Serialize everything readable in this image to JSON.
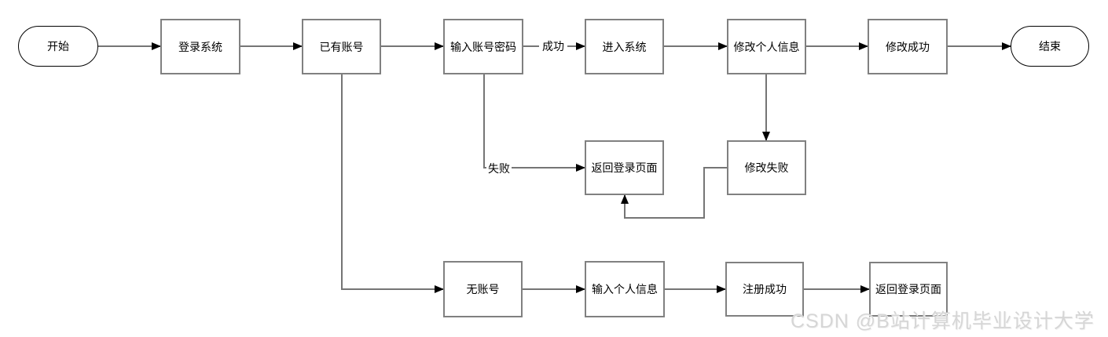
{
  "nodes": {
    "start": {
      "label": "开始",
      "type": "terminal"
    },
    "login_system": {
      "label": "登录系统",
      "type": "process"
    },
    "has_account": {
      "label": "已有账号",
      "type": "process"
    },
    "enter_credentials": {
      "label": "输入账号密码",
      "type": "process"
    },
    "enter_system": {
      "label": "进入系统",
      "type": "process"
    },
    "edit_profile": {
      "label": "修改个人信息",
      "type": "process"
    },
    "edit_success": {
      "label": "修改成功",
      "type": "process"
    },
    "end": {
      "label": "结束",
      "type": "terminal"
    },
    "return_login_top": {
      "label": "返回登录页面",
      "type": "process"
    },
    "edit_fail": {
      "label": "修改失败",
      "type": "process"
    },
    "no_account": {
      "label": "无账号",
      "type": "process"
    },
    "enter_personal_info": {
      "label": "输入个人信息",
      "type": "process"
    },
    "register_success": {
      "label": "注册成功",
      "type": "process"
    },
    "return_login_bottom": {
      "label": "返回登录页面",
      "type": "process"
    }
  },
  "edge_labels": {
    "success": "成功",
    "fail": "失败"
  },
  "watermark": "CSDN @B站计算机毕业设计大学",
  "colors": {
    "process_border": "#808080",
    "terminal_border": "#000000",
    "connector_line": "#757575",
    "arrowhead": "#000000",
    "text": "#000000",
    "watermark_text": "#d6d6d6",
    "background": "#ffffff"
  }
}
